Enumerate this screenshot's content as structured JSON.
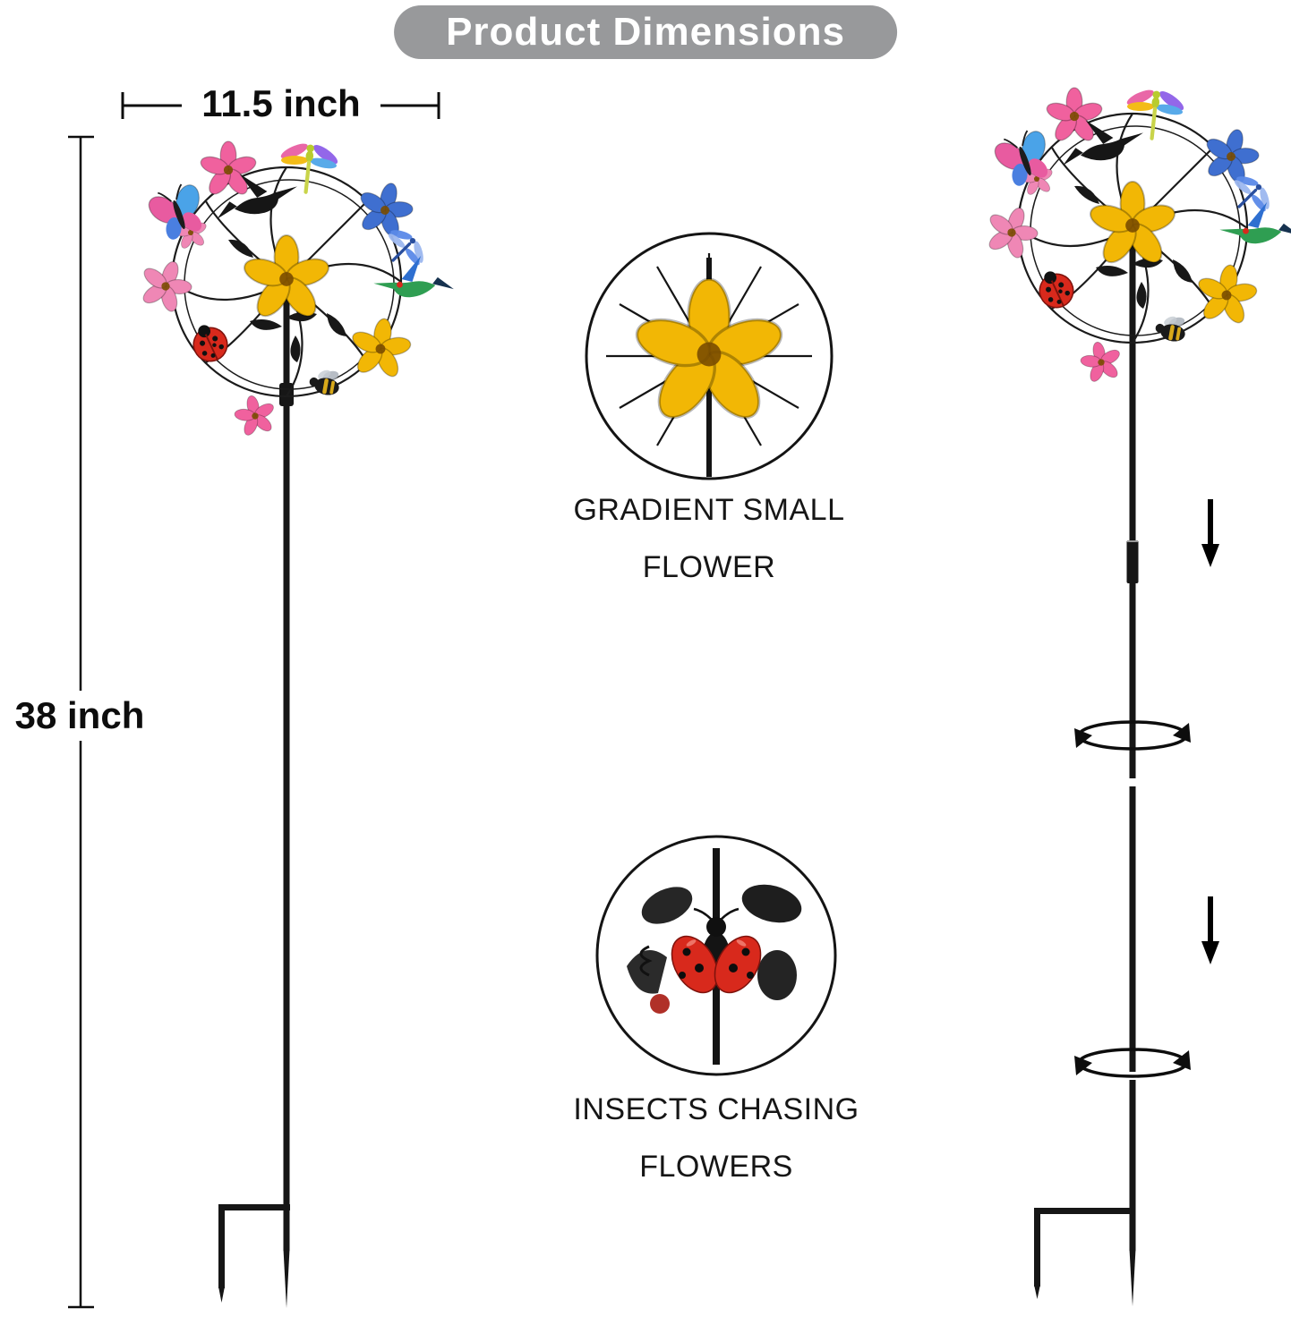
{
  "banner": {
    "title": "Product Dimensions"
  },
  "dimensions": {
    "width": "11.5 inch",
    "height": "38 inch"
  },
  "callouts": {
    "flower": {
      "line1": "GRADIENT SMALL",
      "line2": "FLOWER"
    },
    "insects": {
      "line1": "INSECTS CHASING",
      "line2": "FLOWERS"
    }
  },
  "colors": {
    "banner_bg": "#98999b",
    "banner_text": "#ffffff",
    "stake": "#161616",
    "flower_yellow": "#f2b705",
    "flower_pink": "#f0619e",
    "flower_pink_light": "#ef87b5",
    "flower_blue": "#3f6fd0",
    "ladybug_red": "#d8291c",
    "dragonfly_body": "#c9d44a",
    "hummingbird_green": "#2f9e52"
  }
}
